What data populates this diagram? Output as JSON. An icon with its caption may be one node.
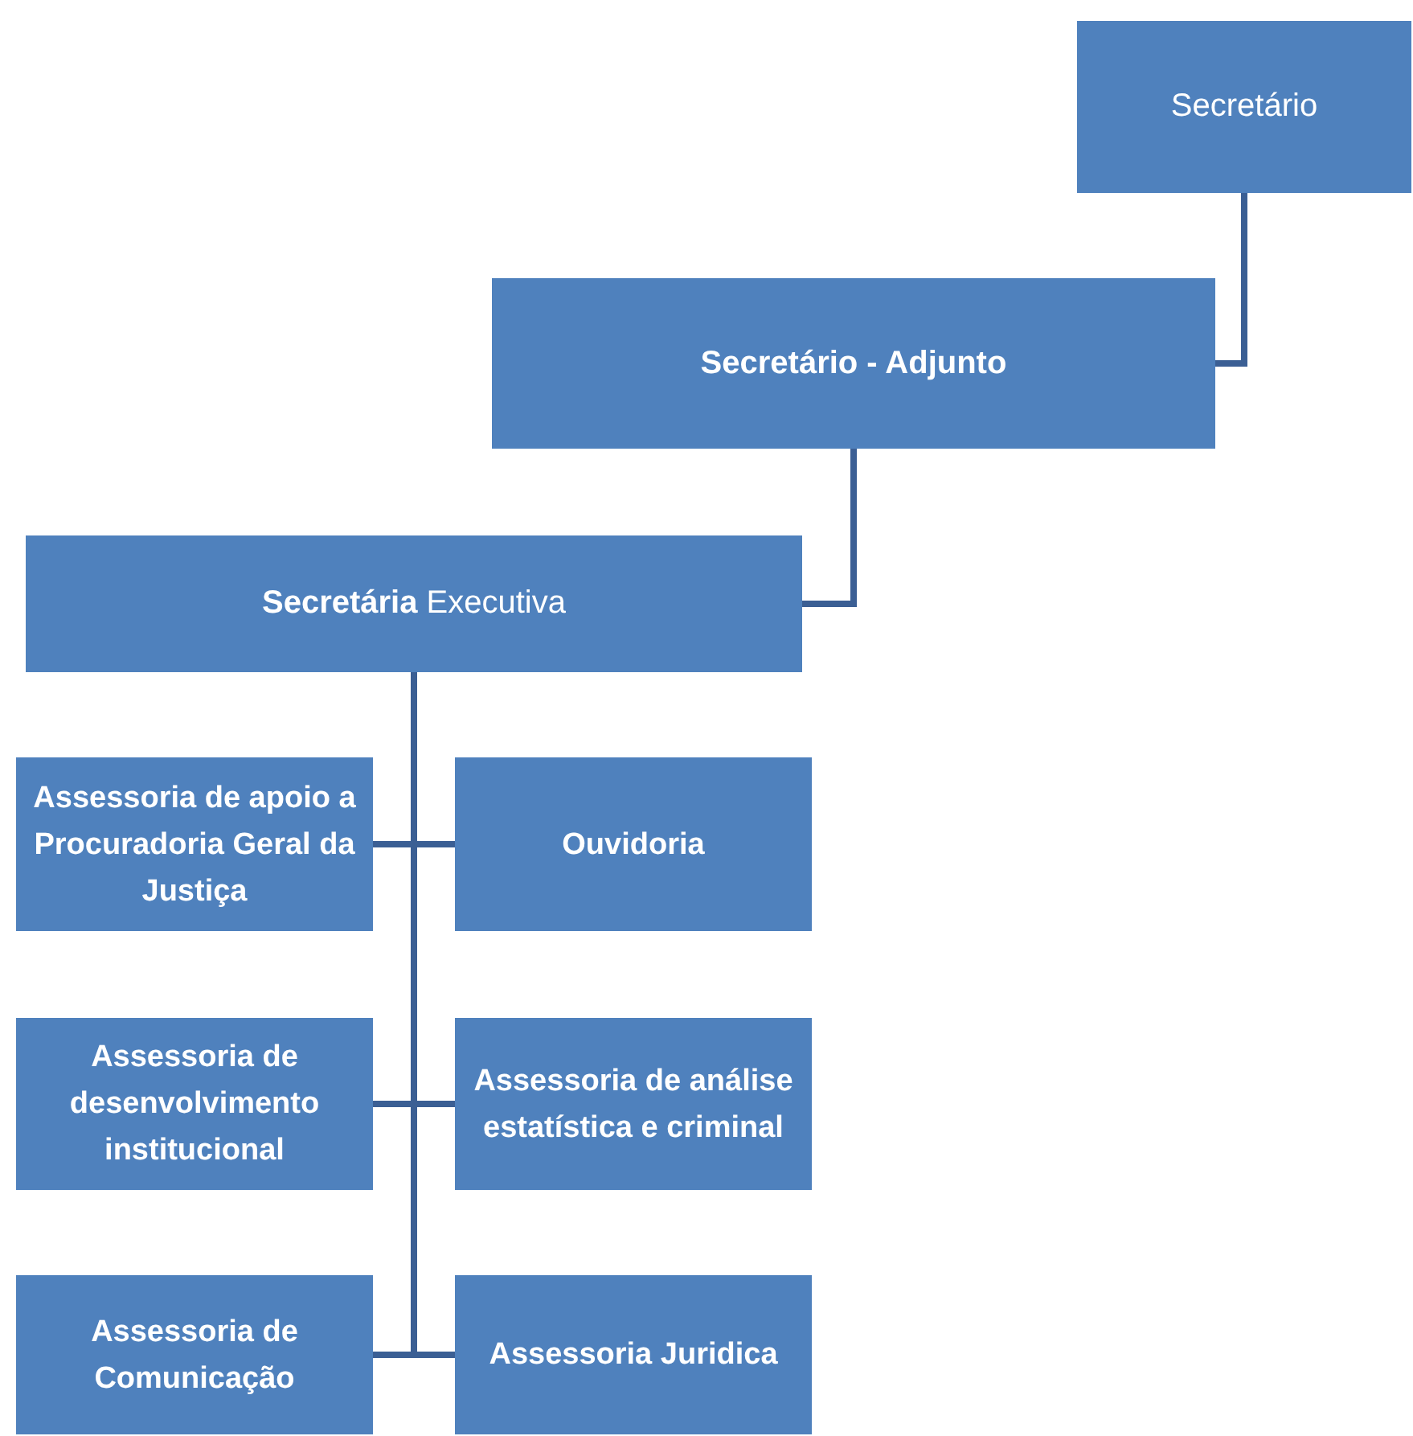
{
  "diagram": {
    "nodes": [
      {
        "text": [
          "Secretário"
        ]
      },
      {
        "text": [
          "Secretário - Adjunto"
        ]
      },
      {
        "text": [
          "**Secretária** Executiva"
        ]
      },
      {
        "text": [
          "Assessoria de apoio a Procuradoria Geral da Justiça"
        ]
      },
      {
        "text": [
          "Ouvidoria"
        ]
      },
      {
        "text": [
          "Assessoria de desenvolvimento institucional"
        ]
      },
      {
        "text": [
          "Assessoria de análise estatística e criminal"
        ]
      },
      {
        "text": [
          "Assessoria de Comunicação"
        ]
      },
      {
        "text": [
          "Assessoria Juridica"
        ]
      }
    ],
    "edges": [
      {
        "from": 0,
        "to": 1,
        "arrow": "none"
      },
      {
        "from": 1,
        "to": 2,
        "arrow": "none"
      },
      {
        "from": 2,
        "to": 3,
        "arrow": "none"
      },
      {
        "from": 2,
        "to": 4,
        "arrow": "none"
      },
      {
        "from": 2,
        "to": 5,
        "arrow": "none"
      },
      {
        "from": 2,
        "to": 6,
        "arrow": "none"
      },
      {
        "from": 2,
        "to": 7,
        "arrow": "none"
      },
      {
        "from": 2,
        "to": 8,
        "arrow": "none"
      }
    ]
  }
}
